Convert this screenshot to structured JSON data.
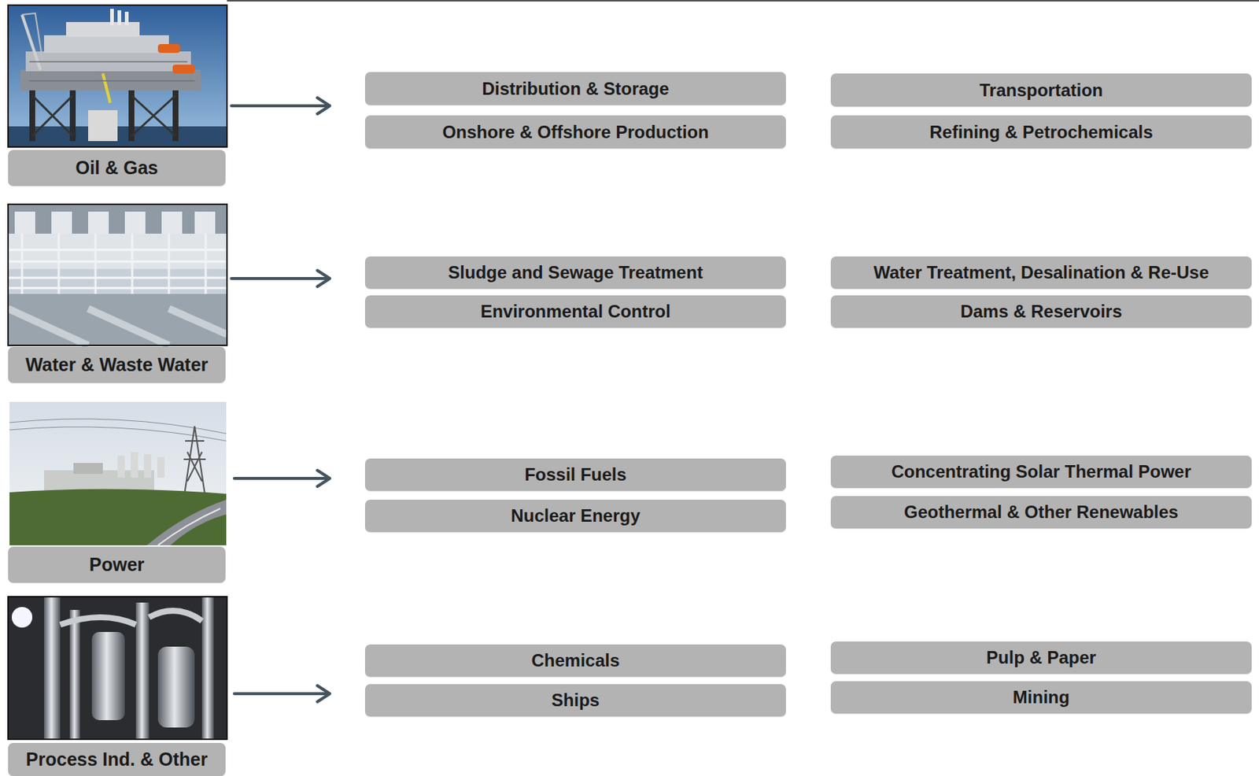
{
  "diagram": {
    "nodes": [
      {
        "text": [
          "Oil & Gas"
        ]
      },
      {
        "text": [
          "Distribution & Storage"
        ]
      },
      {
        "text": [
          "Transportation"
        ]
      },
      {
        "text": [
          "Onshore & Offshore Production"
        ]
      },
      {
        "text": [
          "Refining & Petrochemicals"
        ]
      },
      {
        "text": [
          "Water & Waste Water"
        ]
      },
      {
        "text": [
          "Sludge and Sewage Treatment"
        ]
      },
      {
        "text": [
          "Water Treatment, Desalination & Re-Use"
        ]
      },
      {
        "text": [
          "Environmental Control"
        ]
      },
      {
        "text": [
          "Dams & Reservoirs"
        ]
      },
      {
        "text": [
          "Power"
        ]
      },
      {
        "text": [
          "Fossil Fuels"
        ]
      },
      {
        "text": [
          "Concentrating Solar Thermal Power"
        ]
      },
      {
        "text": [
          "Nuclear Energy"
        ]
      },
      {
        "text": [
          "Geothermal & Other Renewables"
        ]
      },
      {
        "text": [
          "Process Ind. & Other"
        ]
      },
      {
        "text": [
          "Chemicals"
        ]
      },
      {
        "text": [
          "Pulp & Paper"
        ]
      },
      {
        "text": [
          "Ships"
        ]
      },
      {
        "text": [
          "Mining"
        ]
      }
    ]
  }
}
